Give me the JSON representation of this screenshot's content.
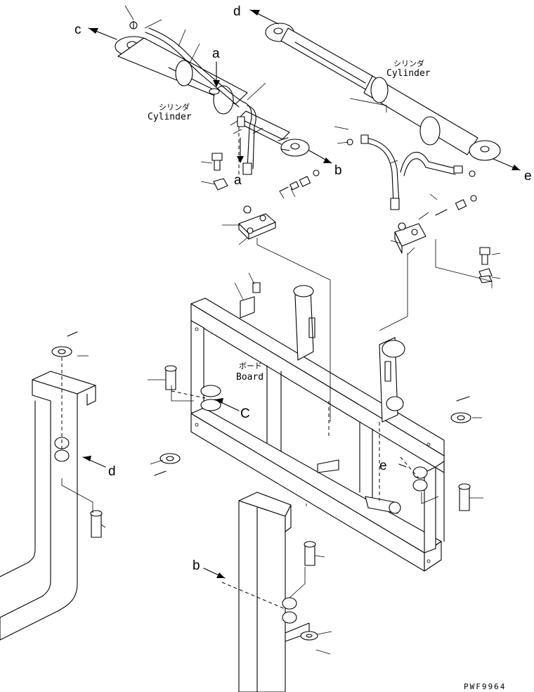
{
  "labels": {
    "cylinder_left_jp": "シリンダ",
    "cylinder_left_en": "Cylinder",
    "cylinder_right_jp": "シリンダ",
    "cylinder_right_en": "Cylinder",
    "board_jp": "ボード",
    "board_en": "Board",
    "drawing_code": "PWF9964"
  },
  "reference_letters": {
    "c_top": "c",
    "d_top": "d",
    "a_top": "a",
    "a_mid": "a",
    "b_right": "b",
    "e_right": "e",
    "c_mid": "C",
    "d_left": "d",
    "e_mid": "e",
    "b_bottom": "b"
  }
}
